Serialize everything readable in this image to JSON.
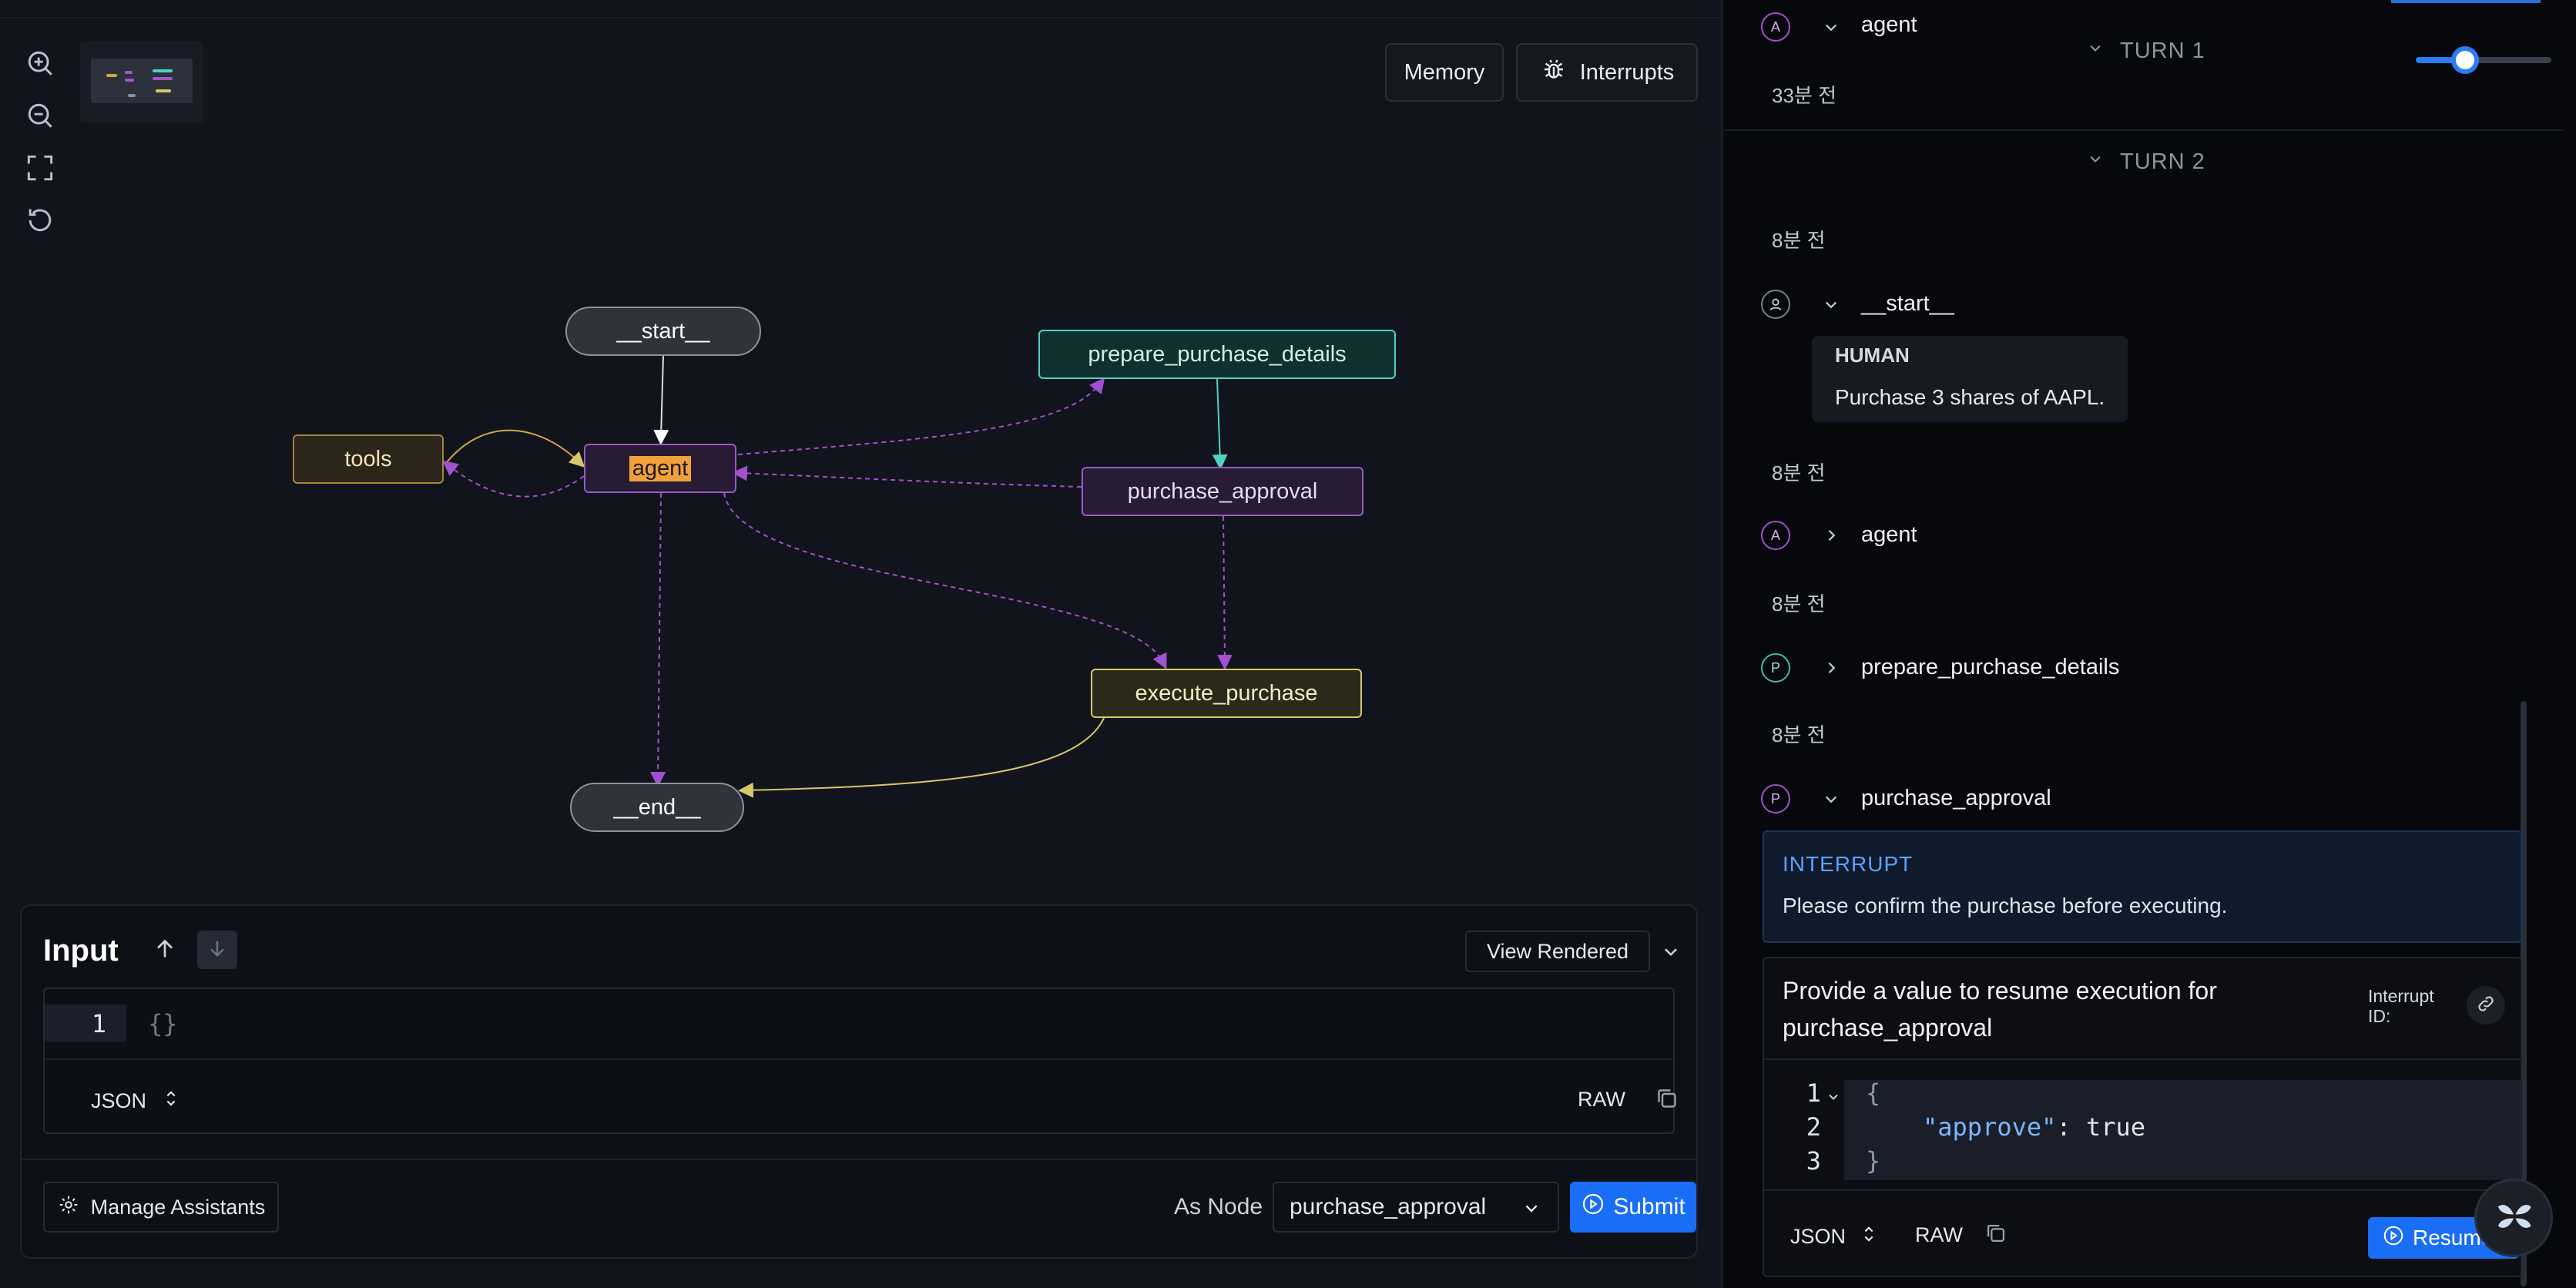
{
  "canvas": {
    "memory_label": "Memory",
    "interrupts_label": "Interrupts",
    "nodes": {
      "start": "__start__",
      "agent": "agent",
      "tools": "tools",
      "prepare": "prepare_purchase_details",
      "approval": "purchase_approval",
      "execute": "execute_purchase",
      "end": "__end__"
    }
  },
  "input": {
    "title": "Input",
    "view_mode": "View Rendered",
    "line_number": "1",
    "code": "{}",
    "format": "JSON",
    "raw_label": "RAW",
    "manage_assistants": "Manage Assistants",
    "as_node_label": "As Node",
    "as_node_value": "purchase_approval",
    "submit": "Submit"
  },
  "thread": {
    "top_step": "agent",
    "top_time": "33분 전",
    "turn1": "TURN 1",
    "turn2": "TURN 2",
    "steps": [
      {
        "time": "8분 전",
        "avatar": "",
        "name": "__start__"
      },
      {
        "time": "8분 전",
        "avatar": "A",
        "name": "agent"
      },
      {
        "time": "8분 전",
        "avatar": "P",
        "name": "prepare_purchase_details"
      },
      {
        "time": "8분 전",
        "avatar": "P",
        "name": "purchase_approval"
      }
    ],
    "top_avatar": "A",
    "human_role": "HUMAN",
    "human_message": "Purchase 3 shares of AAPL.",
    "interrupt_title": "INTERRUPT",
    "interrupt_message": "Please confirm the purchase before executing.",
    "resume_prompt": "Provide a value to resume execution for purchase_approval",
    "interrupt_id_label": "Interrupt ID:",
    "resume_lines": [
      "1",
      "2",
      "3"
    ],
    "resume_code": {
      "open": "{",
      "key": "\"approve\"",
      "sep": ": ",
      "value": "true",
      "close": "}"
    },
    "format": "JSON",
    "raw_label": "RAW",
    "resume_label": "Resume"
  },
  "colors": {
    "accent_blue": "#1a6ef5",
    "agent_highlight": "#f2a13a",
    "purple_edge": "#a24fd0",
    "teal_node": "#4fd1c5",
    "yellow_node": "#d6c76a"
  }
}
